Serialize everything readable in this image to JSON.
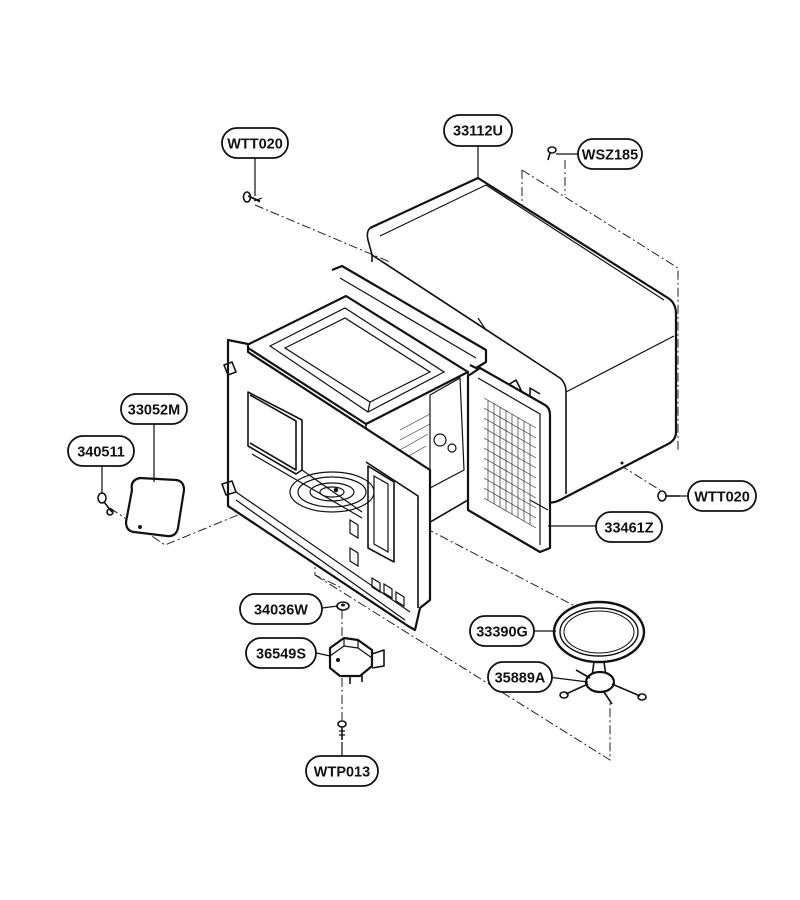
{
  "parts": [
    {
      "id": "p_wtt020_top",
      "label": "WTT020"
    },
    {
      "id": "p_33112u",
      "label": "33112U"
    },
    {
      "id": "p_wsz185",
      "label": "WSZ185"
    },
    {
      "id": "p_33052m",
      "label": "33052M"
    },
    {
      "id": "p_340511",
      "label": "340511"
    },
    {
      "id": "p_wtt020_right",
      "label": "WTT020"
    },
    {
      "id": "p_33461z",
      "label": "33461Z"
    },
    {
      "id": "p_34036w",
      "label": "34036W"
    },
    {
      "id": "p_36549s",
      "label": "36549S"
    },
    {
      "id": "p_33390g",
      "label": "33390G"
    },
    {
      "id": "p_35889a",
      "label": "35889A"
    },
    {
      "id": "p_wtp013",
      "label": "WTP013"
    }
  ]
}
